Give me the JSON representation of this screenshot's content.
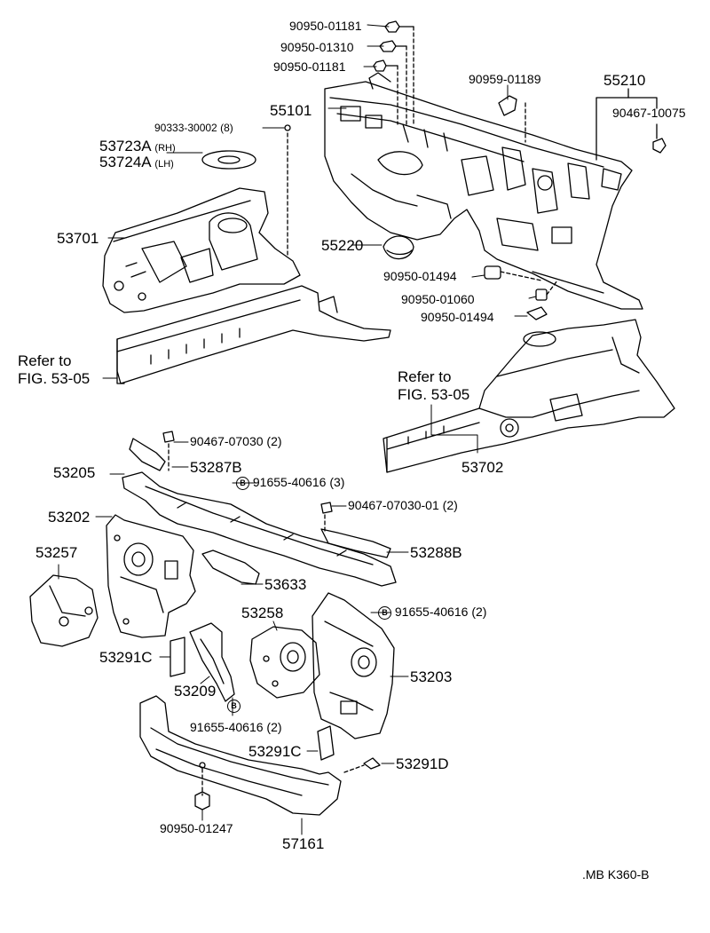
{
  "parts": {
    "p90950_01181_a": "90950-01181",
    "p90950_01310": "90950-01310",
    "p90950_01181_b": "90950-01181",
    "p90959_01189": "90959-01189",
    "p55210": "55210",
    "p90467_10075": "90467-10075",
    "p90333_30002": "90333-30002",
    "p90333_30002_qty": "(8)",
    "p55101": "55101",
    "p53723A": "53723A",
    "p53723A_side": "(RH)",
    "p53724A": "53724A",
    "p53724A_side": "(LH)",
    "p53701": "53701",
    "p55220": "55220",
    "p90950_01494_a": "90950-01494",
    "p90950_01060": "90950-01060",
    "p90950_01494_b": "90950-01494",
    "p53702": "53702",
    "p90467_07030": "90467-07030",
    "p90467_07030_qty": "(2)",
    "p53205": "53205",
    "p53287B": "53287B",
    "p91655_40616_a": "91655-40616",
    "p91655_40616_a_qty": "(3)",
    "p90467_07030_01": "90467-07030-01",
    "p90467_07030_01_qty": "(2)",
    "p53202": "53202",
    "p53257": "53257",
    "p53288B": "53288B",
    "p53633": "53633",
    "p53258": "53258",
    "p91655_40616_b": "91655-40616",
    "p91655_40616_b_qty": "(2)",
    "p53291C_a": "53291C",
    "p53209": "53209",
    "p53203": "53203",
    "p91655_40616_c": "91655-40616",
    "p91655_40616_c_qty": "(2)",
    "p53291C_b": "53291C",
    "p53291D": "53291D",
    "p90950_01247": "90950-01247",
    "p57161": "57161"
  },
  "refs": {
    "left_line1": "Refer to",
    "left_line2": "FIG. 53-05",
    "right_line1": "Refer to",
    "right_line2": "FIG. 53-05"
  },
  "markers": {
    "b": "B"
  },
  "footer": {
    "code": ".MB  K360-B"
  }
}
